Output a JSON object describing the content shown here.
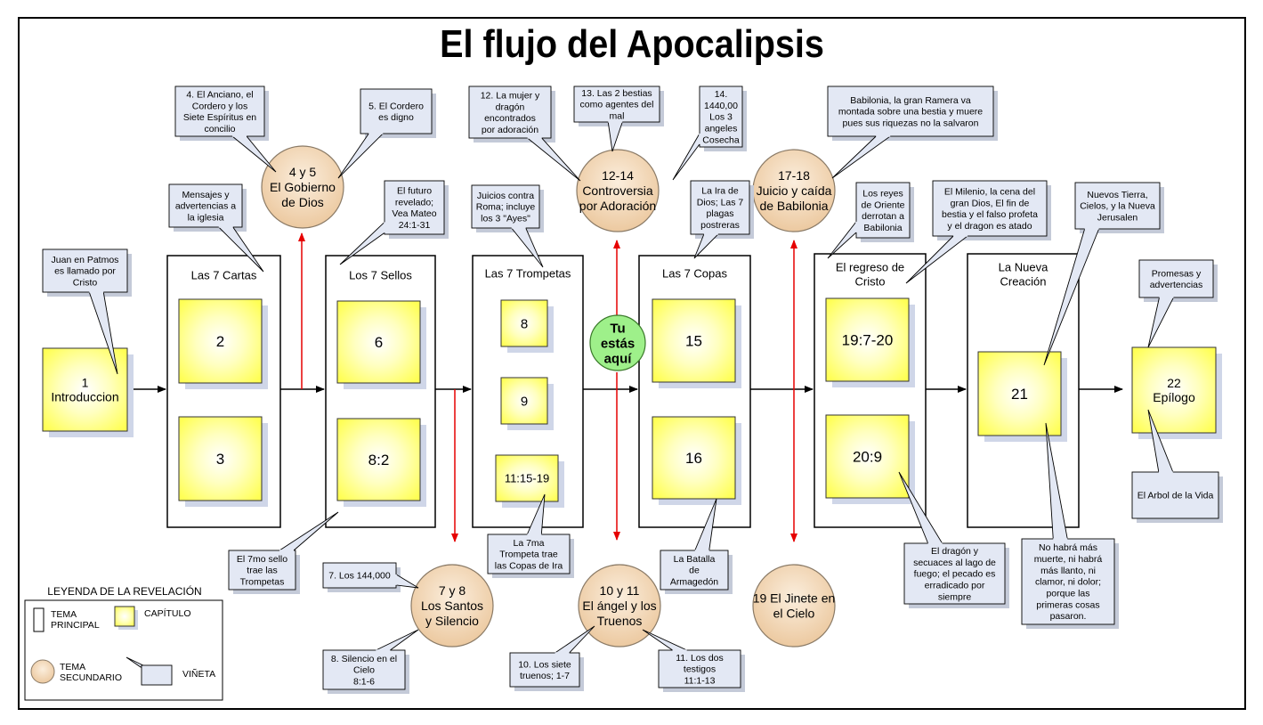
{
  "title": "El flujo del Apocalipsis",
  "colors": {
    "chapter_fill": "#ffff99",
    "chapter_glow": "#ffff66",
    "circle_fill": "#f2d8b8",
    "callout_fill": "#e3e8f4",
    "you_are_here": "#9ef08a",
    "arrow_red": "#e60000"
  },
  "theme_boxes": {
    "cartas": "Las 7 Cartas",
    "sellos": "Los 7 Sellos",
    "trompetas": "Las 7 Trompetas",
    "copas": "Las 7 Copas",
    "regreso": [
      "El regreso de",
      "Cristo"
    ],
    "nueva": [
      "La Nueva",
      "Creación"
    ]
  },
  "chapters": {
    "c1": [
      "1",
      "Introduccion"
    ],
    "c2": "2",
    "c3": "3",
    "c6": "6",
    "c8_2": "8:2",
    "c8": "8",
    "c9": "9",
    "c11_15": "11:15-19",
    "c15": "15",
    "c16": "16",
    "c19_7": "19:7-20",
    "c20_9": "20:9",
    "c21": "21",
    "c22": [
      "22",
      "Epílogo"
    ]
  },
  "circles": {
    "gobierno": [
      "4 y 5",
      "El Gobierno",
      "de Dios"
    ],
    "controversia": [
      "12-14",
      "Controversia",
      "por Adoración"
    ],
    "babilonia": [
      "17-18",
      "Juicio y caída",
      "de Babilonia"
    ],
    "santos": [
      "7 y 8",
      "Los Santos",
      "y Silencio"
    ],
    "angel": [
      "10 y 11",
      "El ángel y los",
      "Truenos"
    ],
    "jinete": [
      "19 El Jinete en",
      "el Cielo"
    ]
  },
  "you_are_here": [
    "Tu",
    "estás",
    "aquí"
  ],
  "callouts": {
    "juan": [
      "Juan en Patmos",
      "es llamado por",
      "Cristo"
    ],
    "mensajes": [
      "Mensajes y",
      "advertencias a",
      "la iglesia"
    ],
    "anciano": [
      "4. El Anciano,  el",
      "Cordero y los",
      "Siete Espíritus en",
      "concilio"
    ],
    "cordero": [
      "5. El  Cordero",
      "es digno"
    ],
    "futuro": [
      "El futuro",
      "revelado;",
      "Vea Mateo",
      "24:1-31"
    ],
    "juicios": [
      "Juicios contra",
      "Roma; incluye",
      "los 3 \"Ayes\""
    ],
    "mujer": [
      "12. La mujer y",
      "dragón",
      "encontrados",
      "por adoración"
    ],
    "bestias": [
      "13. Las 2 bestias",
      "como agentes del",
      "mal"
    ],
    "c14": [
      "14.",
      "1440,00",
      "Los 3",
      "angeles",
      "Cosecha"
    ],
    "ira": [
      "La Ira de",
      "Dios; Las 7",
      "plagas",
      "postreras"
    ],
    "ramera": [
      "Babilonia, la gran Ramera va",
      "montada sobre una bestia y muere",
      "pues sus riquezas no la salvaron"
    ],
    "reyes": [
      "Los reyes",
      "de Oriente",
      "derrotan a",
      "Babilonia"
    ],
    "milenio": [
      "El Milenio, la cena del",
      "gran Dios, El fin de",
      "bestia y el falso profeta",
      "y el dragon es atado"
    ],
    "nuevos": [
      "Nuevos Tierra,",
      "Cielos, y la Nueva",
      "Jerusalen"
    ],
    "promesas": [
      "Promesas y",
      "advertencias"
    ],
    "arbol": [
      "El Arbol de la Vida"
    ],
    "septimo": [
      "El 7mo sello",
      "trae las",
      "Trompetas"
    ],
    "c144": [
      "7. Los 144,000"
    ],
    "silencio": [
      "8. Silencio en el",
      "Cielo",
      "8:1-6"
    ],
    "trompeta7": [
      "La 7ma",
      "Trompeta trae",
      "las Copas de Ira"
    ],
    "truenos": [
      "10. Los siete",
      "truenos; 1-7"
    ],
    "testigos": [
      "11. Los dos",
      "testigos",
      "11:1-13"
    ],
    "armagedon": [
      "La Batalla",
      "de",
      "Armagedón"
    ],
    "dragon": [
      "El dragón y",
      "secuaces al lago de",
      "fuego; el pecado es",
      "erradicado por",
      "siempre"
    ],
    "nomas": [
      "No habrá más",
      "muerte, ni habrá",
      "más llanto, ni",
      "clamor, ni dolor;",
      "porque las",
      "primeras cosas",
      "pasaron."
    ]
  },
  "legend": {
    "title": "LEYENDA DE LA REVELACIÓN",
    "principal": [
      "TEMA",
      "PRINCIPAL"
    ],
    "capitulo": "CAPÍTULO",
    "secundario": [
      "TEMA",
      "SECUNDARIO"
    ],
    "vineta": "VIÑETA"
  }
}
